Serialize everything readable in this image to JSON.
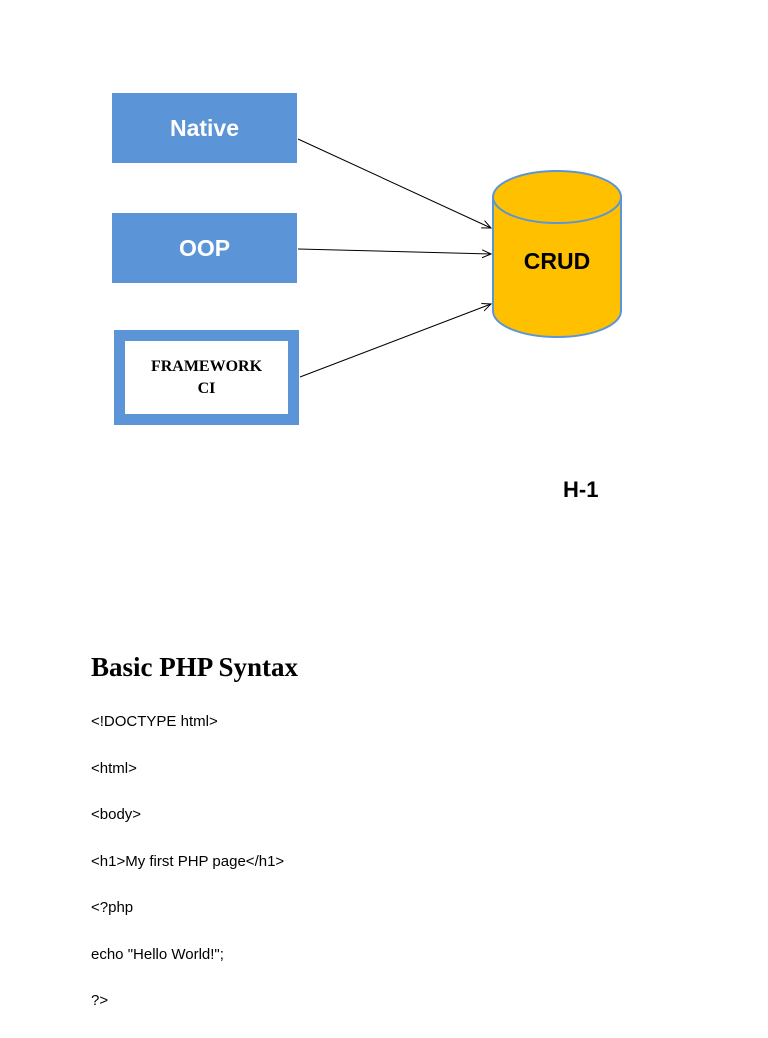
{
  "diagram": {
    "nodes": {
      "native": "Native",
      "oop": "OOP",
      "framework_line1": "FRAMEWORK",
      "framework_line2": "CI",
      "target": "CRUD"
    },
    "caption": "H-1",
    "colors": {
      "box_blue": "#5b95d8",
      "cylinder_fill": "#ffc000",
      "cylinder_stroke": "#5b95d8"
    }
  },
  "section": {
    "title": "Basic PHP Syntax",
    "code": [
      "<!DOCTYPE html>",
      "<html>",
      "<body>",
      "<h1>My first PHP page</h1>",
      "<?php",
      "echo \"Hello World!\";",
      "?>"
    ]
  }
}
